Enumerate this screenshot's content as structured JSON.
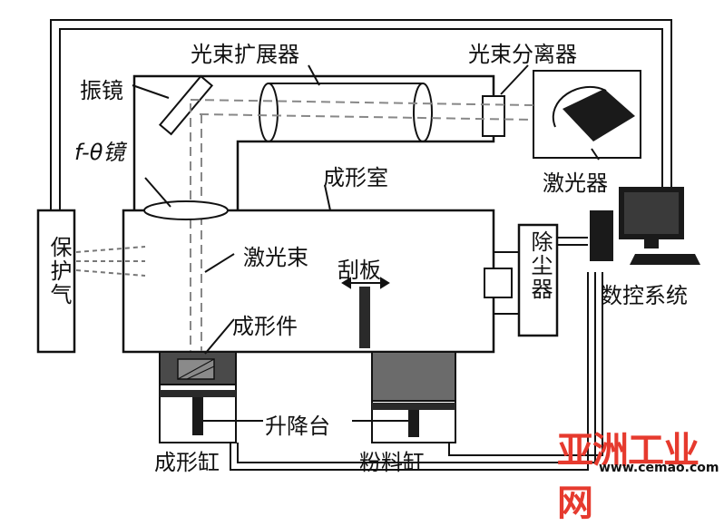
{
  "labels": {
    "beam_expander": "光束扩展器",
    "beam_separator": "光束分离器",
    "galvo_mirror": "振镜",
    "f_theta_lens": "f-θ镜",
    "laser": "激光器",
    "build_chamber": "成形室",
    "protective_gas": "保护气",
    "laser_beam": "激光束",
    "scraper": "刮板",
    "dust_remover": "除尘器",
    "cnc_system": "数控系统",
    "formed_part": "成形件",
    "lift_platform": "升降台",
    "build_cylinder": "成形缸",
    "powder_cylinder": "粉料缸"
  },
  "watermark": {
    "logo_text": "亚洲工业网",
    "url": "www.cemao.com"
  },
  "colors": {
    "line": "#111111",
    "powder_dark": "#4a4a4a",
    "powder_mid": "#6b6b6b",
    "watermark_red": "#e63a2e"
  }
}
